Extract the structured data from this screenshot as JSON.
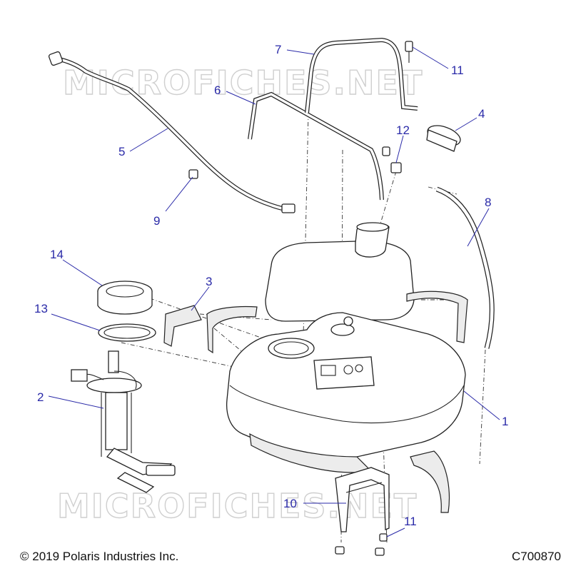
{
  "watermark": "MICROFICHES.NET",
  "callouts": [
    "1",
    "2",
    "3",
    "4",
    "5",
    "6",
    "7",
    "8",
    "9",
    "10",
    "11",
    "11",
    "12",
    "13",
    "14"
  ],
  "footer": {
    "copyright": "© 2019 Polaris Industries Inc.",
    "figure_number": "C700870"
  }
}
